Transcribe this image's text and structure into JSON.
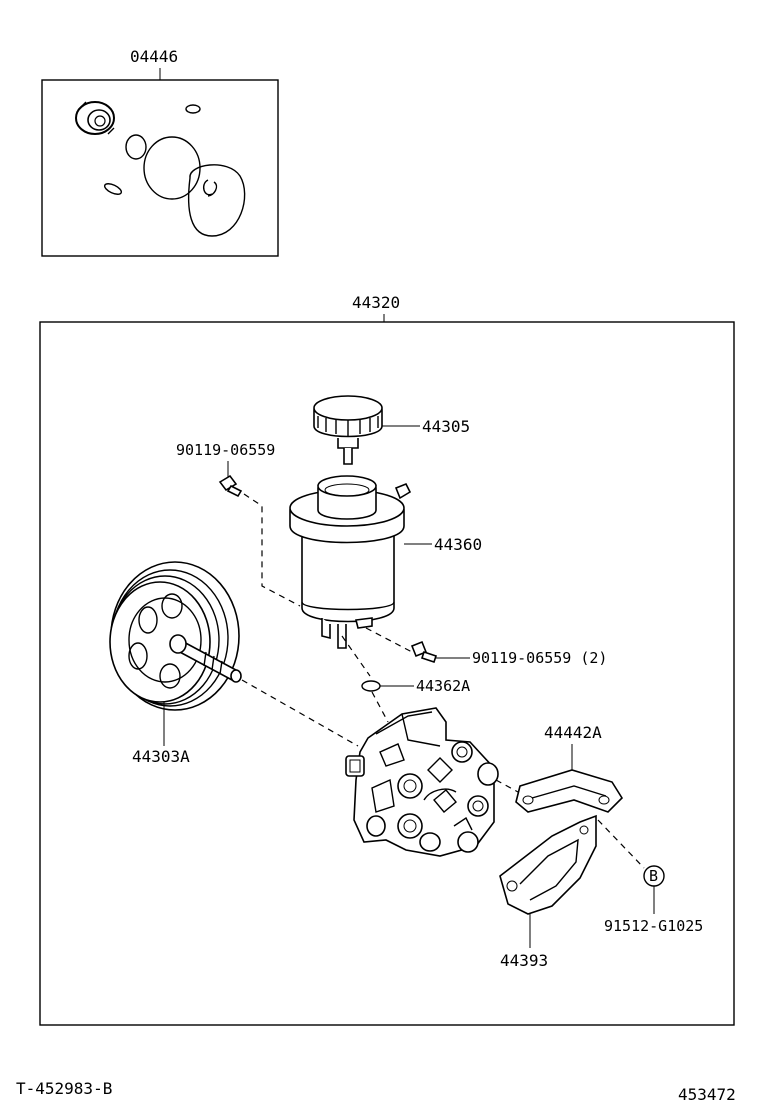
{
  "parts": {
    "kit": "04446",
    "assembly": "44320",
    "cap": "44305",
    "bolt_upper": "90119-06559",
    "reservoir": "44360",
    "bolt_lower": "90119-06559 (2)",
    "oring": "44362A",
    "pulley": "44303A",
    "bracket_upper": "44442A",
    "bracket_lower": "44393",
    "stud": "91512-G1025",
    "callout_b": "B"
  },
  "footer": {
    "diagram_code": "T-452983-B",
    "page_number": "453472"
  }
}
